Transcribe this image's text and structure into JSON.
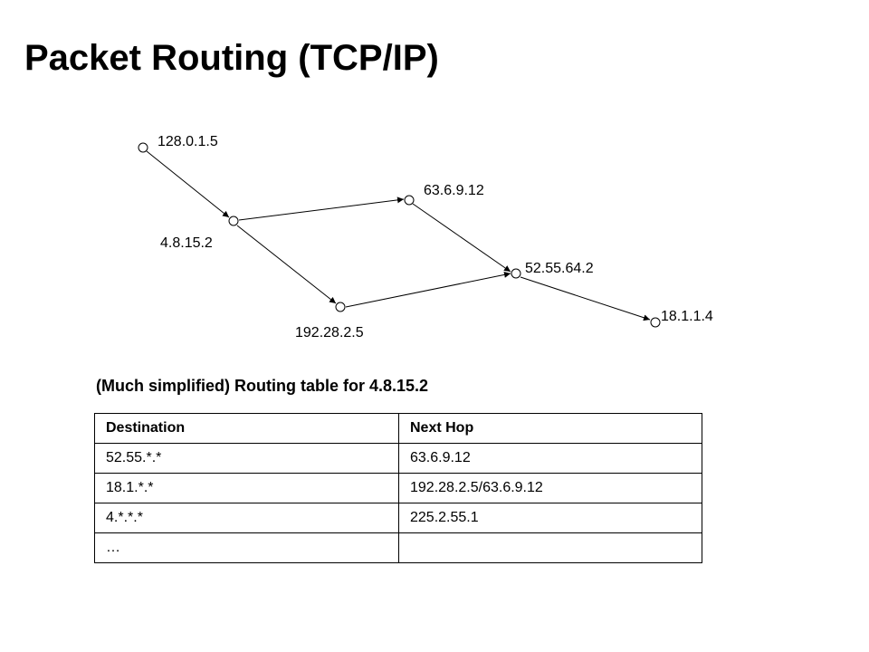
{
  "title": "Packet Routing (TCP/IP)",
  "nodes": {
    "n1": {
      "label": "128.0.1.5"
    },
    "n2": {
      "label": "4.8.15.2"
    },
    "n3": {
      "label": "63.6.9.12"
    },
    "n4": {
      "label": "192.28.2.5"
    },
    "n5": {
      "label": "52.55.64.2"
    },
    "n6": {
      "label": "18.1.1.4"
    }
  },
  "links": [
    {
      "from": "n1",
      "to": "n2"
    },
    {
      "from": "n2",
      "to": "n3"
    },
    {
      "from": "n2",
      "to": "n4"
    },
    {
      "from": "n3",
      "to": "n5"
    },
    {
      "from": "n4",
      "to": "n5"
    },
    {
      "from": "n5",
      "to": "n6"
    }
  ],
  "table": {
    "caption": "(Much simplified) Routing table for 4.8.15.2",
    "headers": {
      "destination": "Destination",
      "next_hop": "Next Hop"
    },
    "rows": [
      {
        "destination": "52.55.*.*",
        "next_hop": "63.6.9.12"
      },
      {
        "destination": "18.1.*.*",
        "next_hop": "192.28.2.5/63.6.9.12"
      },
      {
        "destination": "4.*.*.*",
        "next_hop": "225.2.55.1"
      },
      {
        "destination": "…",
        "next_hop": ""
      }
    ]
  }
}
